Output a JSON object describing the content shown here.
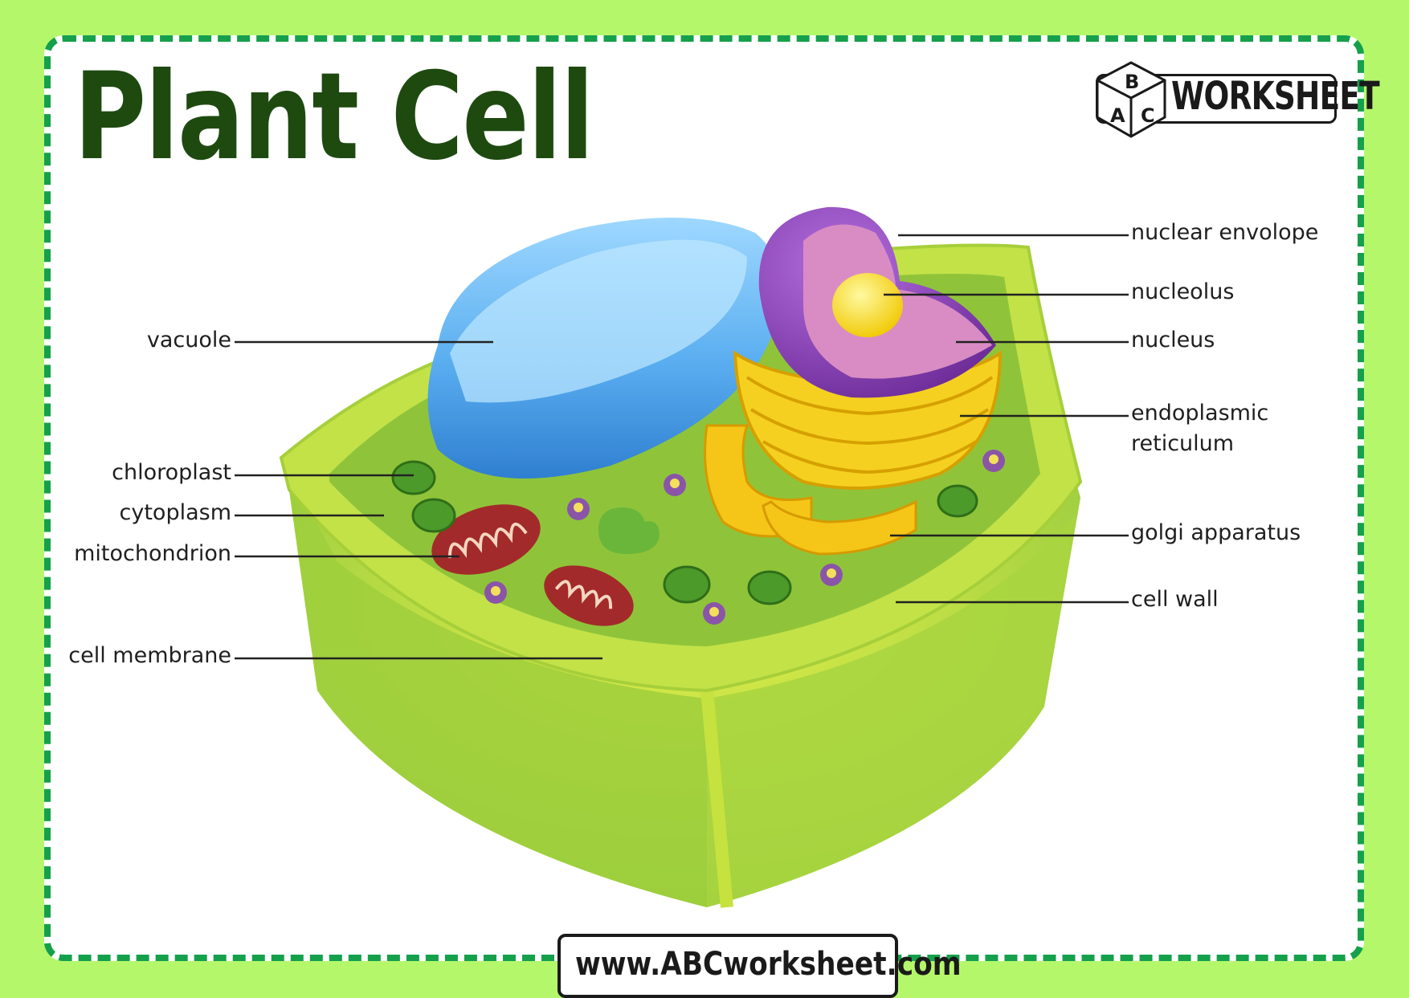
{
  "title": "Plant Cell",
  "brand": {
    "cube_letters": [
      "A",
      "B",
      "C"
    ],
    "word": "WORKSHEET"
  },
  "labels": {
    "nuclear_envelope": "nuclear envolope",
    "nucleolus": "nucleolus",
    "nucleus": "nucleus",
    "endoplasmic_line1": "endoplasmic",
    "endoplasmic_line2": "reticulum",
    "golgi": "golgi apparatus",
    "cell_wall": "cell wall",
    "vacuole": "vacuole",
    "chloroplast": "chloroplast",
    "cytoplasm": "cytoplasm",
    "mitochondrion": "mitochondrion",
    "cell_membrane": "cell membrane"
  },
  "footer": "www.ABCworksheet.com",
  "colors": {
    "background": "#b5f76b",
    "border": "#15a04b",
    "title": "#1e4a10",
    "cell_wall": "#8cc63f",
    "cytoplasm": "#9ccc3a",
    "vacuole": "#5aaef0",
    "nucleus": "#8b3fb0",
    "nucleolus": "#f7e400",
    "golgi": "#f5c518",
    "mitochondrion": "#a32a2a",
    "chloroplast": "#4c9a2a"
  }
}
